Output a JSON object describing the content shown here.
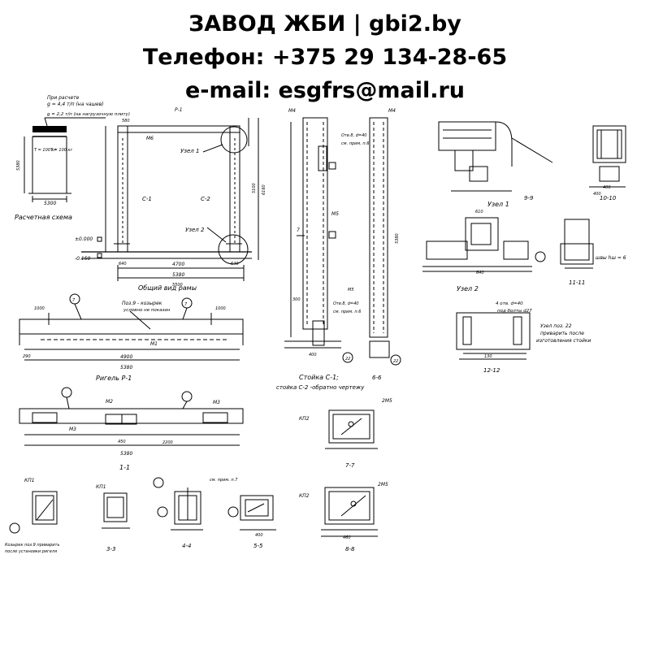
{
  "header": {
    "line1": "ЗАВОД ЖБИ | gbi2.by",
    "line2": "Телефон: +375 29 134-28-65",
    "line3": "e-mail: esgfrs@mail.ru"
  },
  "calc_scheme": {
    "note1": "При расчете",
    "note2": "g = 4,4 т/п (на чашев)",
    "note3": "g = 2,2 т/п (на нагрузочную плиту)",
    "t_left": "T = 100 кг",
    "t_right": "T = 100 кг",
    "height": "5380",
    "span": "5300",
    "caption": "Расчетная схема"
  },
  "frame": {
    "label_r1": "Р-1",
    "label_m6": "М6",
    "label_c1": "С-1",
    "label_c2": "С-2",
    "node1": "Узел 1",
    "node2": "Узел 2",
    "dim_580": "580",
    "dim_5100": "5100",
    "dim_6160": "6160",
    "dim_4700": "4700",
    "dim_5380": "5380",
    "dim_5500": "5500",
    "dim_640l": "640",
    "dim_640r": "640",
    "elev_0": "±0.000",
    "elev_150": "-0.150",
    "caption": "Общий вид рамы"
  },
  "column": {
    "m4a": "М4",
    "m4b": "М4",
    "m5": "М5",
    "m5b": "М5",
    "rebar_a": "Отв.8, d=40",
    "rebar_b": "Отв.8, d=40",
    "note_a": "см. прим. п.6",
    "note_b": "см. прим. п.6",
    "pos7": "7",
    "pos22a": "22",
    "pos22b": "22",
    "dim_5380": "5380",
    "dim_400": "400",
    "dim_300": "300",
    "sec66": "6-6",
    "caption": "Стойка С-1;",
    "caption2": "стойка С-2 -обратно чертежу"
  },
  "beam": {
    "pos9": "Поз.9 - козырек",
    "pos9b": "условно не показан",
    "pos7a": "7",
    "pos7b": "7",
    "m1": "М1",
    "d1000a": "1000",
    "d1000b": "1000",
    "d4900": "4900",
    "d5380": "5380",
    "d290": "290",
    "caption": "Ригель Р-1"
  },
  "section11": {
    "m2": "М2",
    "m3a": "М3",
    "m3b": "М3",
    "d2200": "2200",
    "d5380": "5380",
    "d450": "450",
    "caption": "1-1"
  },
  "details": {
    "sec99": "9-9",
    "sec1010": "10-10",
    "node1": "Узел 1",
    "sec1111": "11-11",
    "node2": "Узел 2",
    "sec1212": "12-12",
    "sec77": "7-7",
    "sec33": "3-3",
    "sec44": "4-4",
    "sec55": "5-5",
    "sec88": "8-8",
    "kp1a": "КП1",
    "kp1b": "КП1",
    "kp2a": "КП2",
    "kp2b": "КП2",
    "gm5a": "2М5",
    "gm5b": "2М5",
    "weld1": "швы hш = 6",
    "holes": "4 отв. d=40",
    "bolts": "под болты d27",
    "node_note1": "Узел поз. 22",
    "node_note2": "приварить после",
    "node_note3": "изготовления стойки",
    "kozyrek1": "Козырек поз.9 приварить",
    "kozyrek2": "после установки ригеля",
    "note7": "см. прим. п.7",
    "d400a": "400",
    "d400b": "400",
    "d400c": "400",
    "d610": "610",
    "d640": "640",
    "d130": "130",
    "d460": "460"
  }
}
